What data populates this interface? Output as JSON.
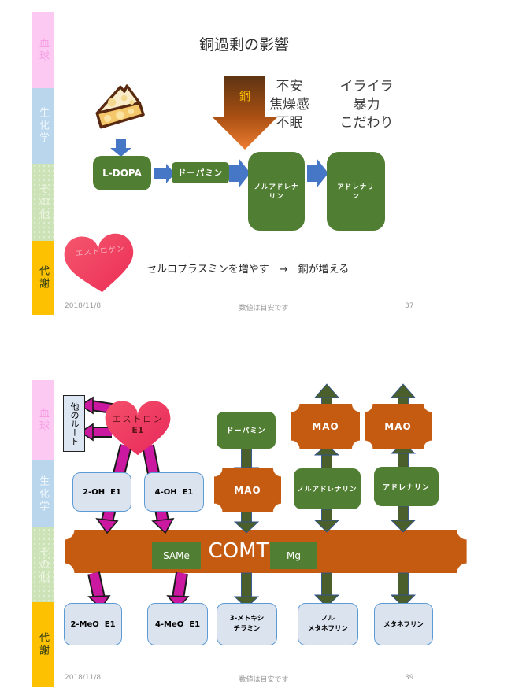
{
  "colors": {
    "green_box": "#507e32",
    "dark_green_arrow": "#4a5f2b",
    "orange_plaque": "#c55a11",
    "blue_arrow": "#4577c6",
    "magenta_arrow": "#cb18a0",
    "copper_arrow_top": "#5f3513",
    "copper_arrow_tip": "#ed7d31",
    "copper_label": "#ffc000",
    "light_box_bg": "#dbe3ef",
    "light_box_border": "#5b9bd5",
    "tab_pink": "#fcc9f3",
    "tab_blue": "#b9d6ec",
    "tab_green": "#cce3b7",
    "tab_yellow": "#fdc101",
    "heart_red": "#ee2e56"
  },
  "icons": {
    "cheese": "cheese-wedge-icon",
    "heart_estrogen": "heart-icon",
    "heart_estrone": "heart-icon"
  },
  "sidebar_tabs": [
    {
      "label": "血球"
    },
    {
      "label": "生化学"
    },
    {
      "label": "その他"
    },
    {
      "label": "代謝"
    }
  ],
  "slide1": {
    "title": "銅過剰の影響",
    "copper_label": "銅",
    "flow": {
      "l_dopa": "L-DOPA",
      "dopamine": "ドーパミン",
      "noradrenaline": "ノルアドレナリン",
      "adrenaline": "アドレナリン"
    },
    "symptoms_left": [
      "不安",
      "焦燥感",
      "不眠"
    ],
    "symptoms_right": [
      "イライラ",
      "暴力",
      "こだわり"
    ],
    "estrogen_label": "エストロゲン",
    "note_line": "セルロプラスミンを増やす　→　銅が増える",
    "footer": {
      "date": "2018/11/8",
      "note": "数値は目安です",
      "page": "37"
    }
  },
  "slide2": {
    "other_route": "他のルート",
    "estrone_line1": "エストロン",
    "estrone_line2": "E1",
    "top_row": {
      "dopamine": "ドーパミン",
      "mao_left": "MAO",
      "mao_right": "MAO"
    },
    "mid_row": {
      "oh2": "2-OH  E1",
      "oh4": "4-OH  E1",
      "mao": "MAO",
      "noradrenaline": "ノルアドレナリン",
      "adrenaline": "アドレナリン"
    },
    "comt": {
      "label": "COMT",
      "same": "SAMe",
      "mg": "Mg"
    },
    "bottom_row": {
      "meo2": "2-MeO  E1",
      "meo4": "4-MeO  E1",
      "mt_line1": "3‐メトキシ",
      "mt_line2": "チラミン",
      "nm_line1": "ノル",
      "nm_line2": "メタネフリン",
      "metanephrine": "メタネフリン"
    },
    "footer": {
      "date": "2018/11/8",
      "note": "数値は目安です",
      "page": "39"
    }
  }
}
